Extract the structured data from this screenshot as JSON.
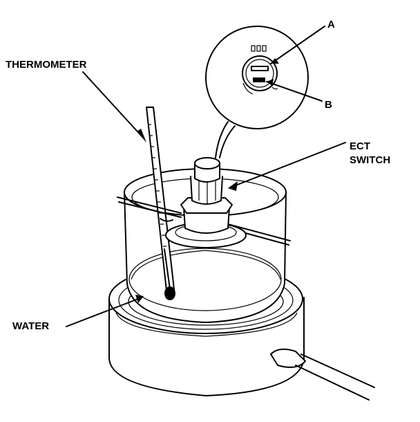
{
  "labels": {
    "thermometer": "THERMOMETER",
    "ect_line1": "ECT",
    "ect_line2": "SWITCH",
    "water": "WATER",
    "a": "A",
    "b": "B"
  },
  "colors": {
    "ink": "#000000",
    "paper": "#ffffff"
  }
}
